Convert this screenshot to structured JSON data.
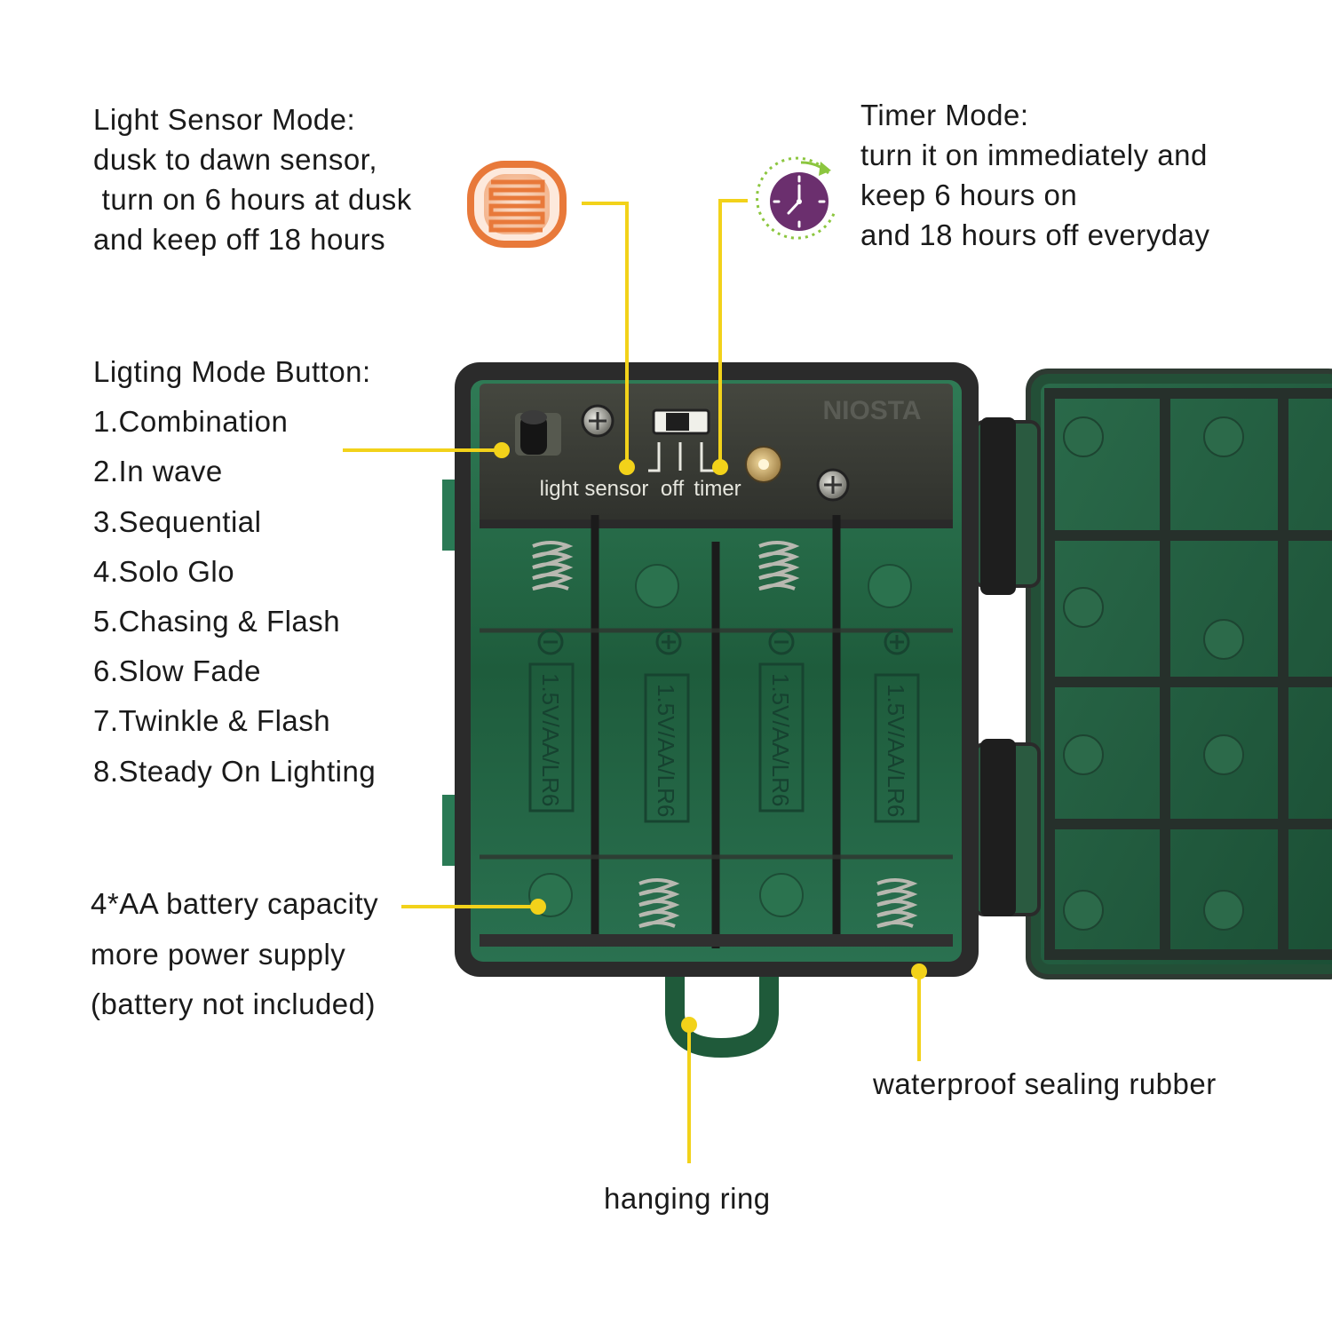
{
  "light_sensor": {
    "lines": [
      "Light Sensor Mode:",
      "dusk to dawn sensor,",
      " turn on 6 hours at dusk",
      "and keep off 18 hours"
    ]
  },
  "timer": {
    "lines": [
      "Timer Mode:",
      "turn it on immediately and",
      "keep 6 hours on",
      "and 18 hours off everyday"
    ]
  },
  "lighting_mode": {
    "title": "Ligting Mode Button:",
    "items": [
      "1.Combination",
      "2.In wave",
      "3.Sequential",
      "4.Solo Glo",
      "5.Chasing & Flash",
      "6.Slow Fade",
      "7.Twinkle & Flash",
      "8.Steady On Lighting"
    ]
  },
  "battery": {
    "lines": [
      "4*AA battery capacity",
      "more power supply",
      "(battery not included)"
    ]
  },
  "hanging_ring": "hanging ring",
  "sealing": "waterproof sealing rubber",
  "device": {
    "brand": "NIOSTA",
    "switch_labels": [
      "light sensor",
      "off",
      "timer"
    ],
    "battery_markings": [
      "1.5V/AA/LR6",
      "1.5V/AA/LR6",
      "1.5V/AA/LR6",
      "1.5V/AA/LR6"
    ]
  },
  "colors": {
    "callout": "#f2d21a",
    "case_border": "#2b2b2b",
    "case_green": "#1f5a3a",
    "panel": "#3a3c38",
    "sensor_orange": "#e8793a",
    "timer_purple": "#6b2f6e",
    "timer_green": "#8cc63f"
  }
}
